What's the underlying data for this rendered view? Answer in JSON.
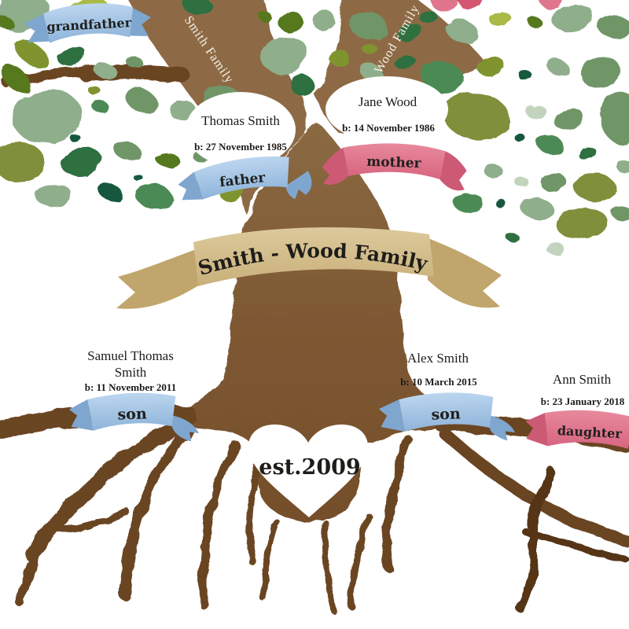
{
  "illustration": {
    "center_banner": {
      "title": "Smith - Wood Family"
    },
    "heart": {
      "established": "est.2009"
    },
    "branches": {
      "left_label": "Smith Family",
      "right_label": "Wood Family"
    },
    "ribbons": {
      "grandfather": "grandfather",
      "father": "father",
      "mother": "mother",
      "son1": "son",
      "son2": "son",
      "daughter": "daughter"
    },
    "people": {
      "father": {
        "name": "Thomas Smith",
        "birth": "b: 27 November 1985"
      },
      "mother": {
        "name": "Jane Wood",
        "birth": "b: 14 November 1986"
      },
      "child1": {
        "name_line1": "Samuel Thomas",
        "name_line2": "Smith",
        "birth": "b: 11 November 2011"
      },
      "child2": {
        "name": "Alex Smith",
        "birth": "b: 10 March 2015"
      },
      "child3": {
        "name": "Ann Smith",
        "birth": "b: 23 January 2018"
      }
    },
    "palette": {
      "trunk_brown": "#7d5732",
      "limb_brown": "#8d6b44",
      "root_brown": "#6b4522",
      "root_dark": "#543418",
      "ribbon_blue": "#a9c9e8",
      "ribbon_pink": "#e0768d",
      "banner_tan": "#d4c08f",
      "leaf_sage": "#8fae8b",
      "leaf_dark_green": "#2f6f41",
      "leaf_olive": "#7f942f",
      "leaf_yellow_green": "#a9ba45",
      "leaf_teal": "#14593c",
      "text_black": "#1d1b18",
      "background": "#ffffff"
    }
  }
}
